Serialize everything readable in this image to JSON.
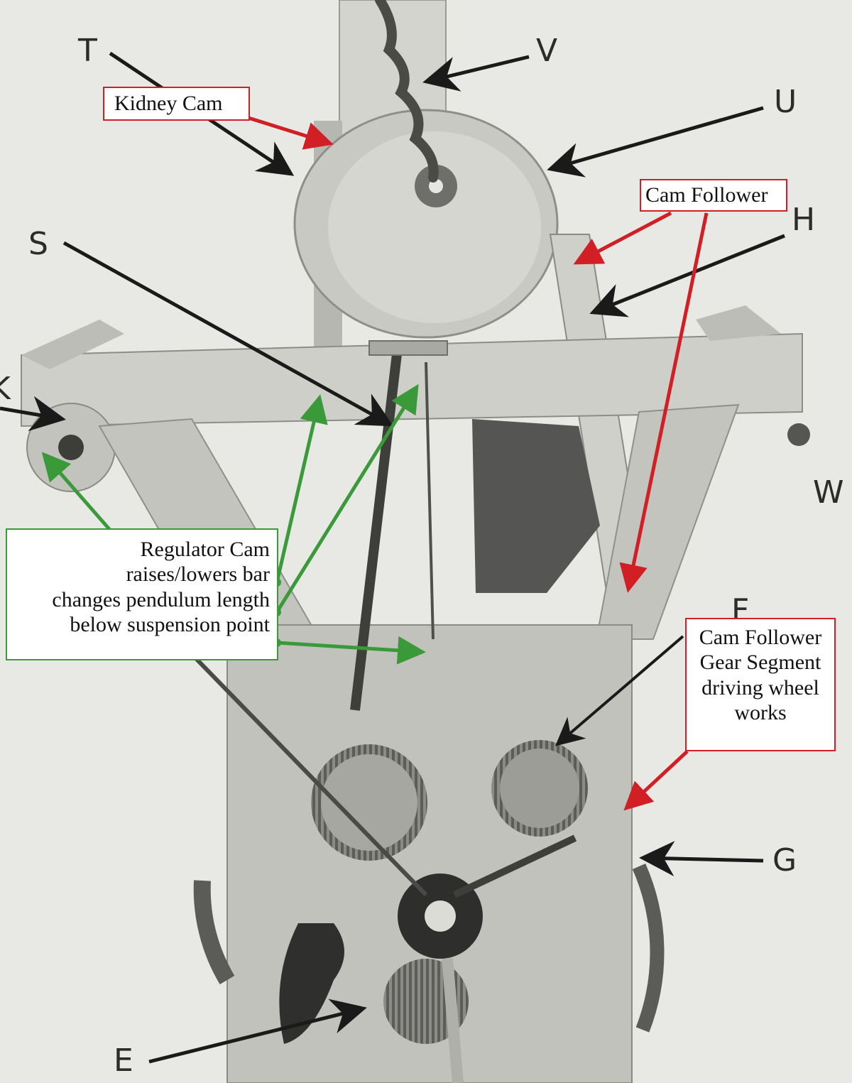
{
  "letters": {
    "T": "T",
    "V": "V",
    "U": "U",
    "H": "H",
    "S": "S",
    "K": "K",
    "W": "W",
    "F": "F",
    "G": "G",
    "E": "E"
  },
  "callouts": {
    "kidney_cam": "Kidney Cam",
    "cam_follower": "Cam Follower",
    "gear_segment": [
      "Cam Follower",
      "Gear Segment",
      "driving wheel",
      "works"
    ],
    "regulator": [
      "Regulator Cam",
      "raises/lowers bar",
      "changes pendulum length",
      "below suspension point"
    ]
  },
  "colors": {
    "red_arrow": "#d21f26",
    "green_arrow": "#3a9a3a",
    "black_arrow": "#1a1a1a"
  }
}
